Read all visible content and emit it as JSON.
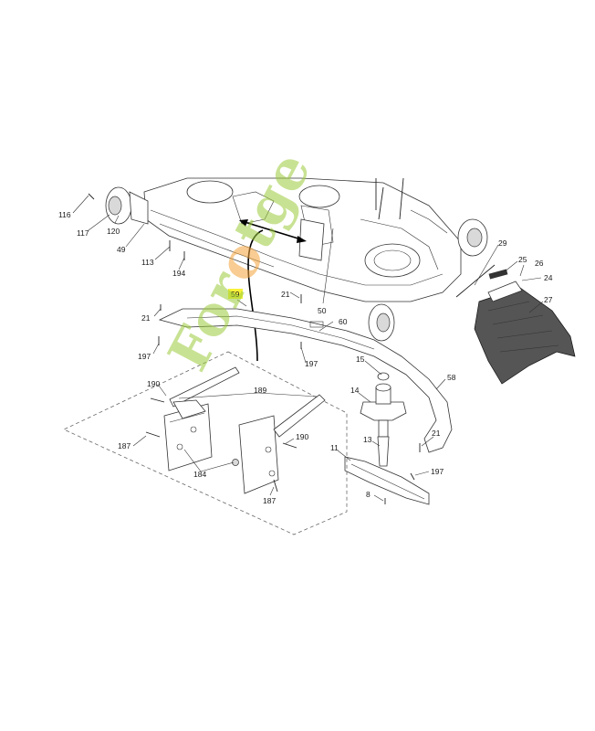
{
  "watermark": {
    "text_first": "For",
    "text_o": "o",
    "text_rest": "tge",
    "color": "#9ccc3c",
    "accent": "#f4a43a"
  },
  "highlight_color": "#f7f23a",
  "labels": {
    "p116": "116",
    "p117": "117",
    "p120": "120",
    "p49": "49",
    "p113": "113",
    "p194": "194",
    "p59": "59",
    "p21a": "21",
    "p21b": "21",
    "p21c": "21",
    "p197a": "197",
    "p197b": "197",
    "p197c": "197",
    "p50": "50",
    "p60": "60",
    "p29": "29",
    "p25": "25",
    "p26": "26",
    "p24": "24",
    "p27": "27",
    "p15": "15",
    "p58": "58",
    "p14": "14",
    "p13": "13",
    "p11": "11",
    "p8": "8",
    "p189": "189",
    "p190a": "190",
    "p190b": "190",
    "p187a": "187",
    "p187b": "187",
    "p184": "184"
  }
}
